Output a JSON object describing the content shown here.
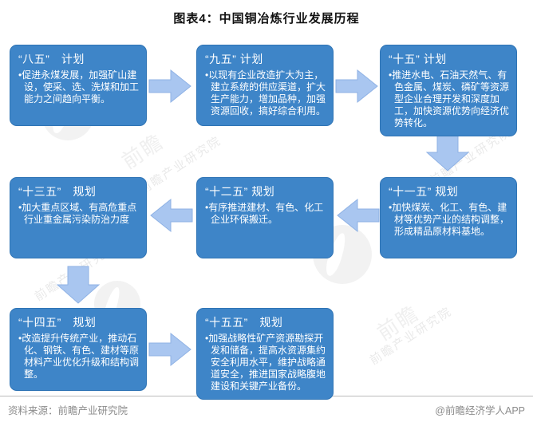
{
  "title": "图表4：中国铜冶炼行业发展历程",
  "bullet": "•",
  "colors": {
    "box": "#3E85C8",
    "box_edge": "#2F74B5",
    "arrow": "#A9C6F0",
    "text_on_box": "#FFFFFF",
    "footer_gray": "#8C8C8C"
  },
  "watermark": {
    "text": "前瞻产业研究院",
    "brand": "前瞻"
  },
  "boxes": [
    {
      "heading": "“八五”　计划",
      "body": "促进永煤发展，加强矿山建设，使采、选、洗煤和加工能力之间趋向平衡。"
    },
    {
      "heading": "“九五” 计划",
      "body": "以现有企业改造扩大为主，建立系统的供应渠道，扩大生产能力，增加品种，加强资源回收，搞好综合利用。"
    },
    {
      "heading": "“十五” 计划",
      "body": "推进水电、石油天然气、有色金属、煤炭、磷矿等资源型企业合理开发和深度加工，加快资源优势向经济优势转化。"
    },
    {
      "heading": "“十一五” 规划",
      "body": "加快煤炭、化工、有色、建材等优势产业的结构调整，形成精品原材料基地。"
    },
    {
      "heading": "“十二五” 规划",
      "body": "有序推进建材、有色、化工企业环保搬迁。"
    },
    {
      "heading": "“十三五”　规划",
      "body": "加大重点区域、有高危重点行业重金属污染防治力度"
    },
    {
      "heading": "“十四五”　规划",
      "body": "改造提升传统产业，推动石化、钢铁、有色、建材等原材料产业优化升级和结构调整。"
    },
    {
      "heading": "“十五五”　规划",
      "body": "加强战略性矿产资源勘探开发和储备，提高水资源集约安全利用水平，维护战略通道安全，推进国家战略腹地建设和关键产业备份。"
    }
  ],
  "footer": {
    "source": "资料来源：前瞻产业研究院",
    "credit": "@前瞻经济学人APP"
  }
}
